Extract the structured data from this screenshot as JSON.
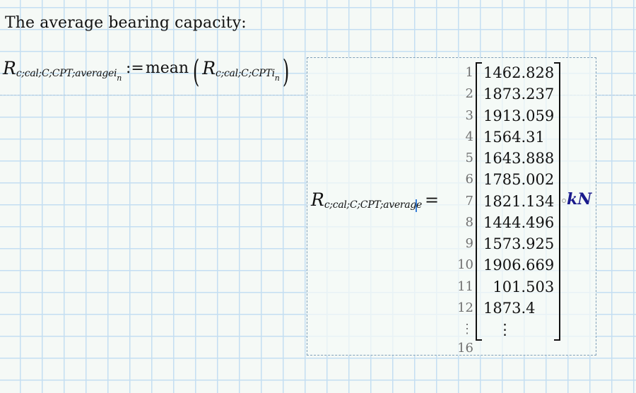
{
  "worksheet": {
    "heading": "The average bearing capacity:",
    "definition": {
      "lhs_symbol": "R",
      "lhs_subscript": "c;cal;C;CPT;average",
      "lhs_index": "i",
      "lhs_index_sub": "n",
      "operator": ":=",
      "function": "mean",
      "arg_symbol": "R",
      "arg_subscript": "c;cal;C;CPT",
      "arg_index": "i",
      "arg_index_sub": "n"
    },
    "evaluation": {
      "symbol": "R",
      "subscript_before_cursor": "c;cal;C;CPT;averag",
      "subscript_after_cursor": "e",
      "operator": "=",
      "unit": "kN",
      "row_labels": [
        "1",
        "2",
        "3",
        "4",
        "5",
        "6",
        "7",
        "8",
        "9",
        "10",
        "11",
        "12",
        "⋮",
        "16"
      ],
      "values": [
        "1462.828",
        "1873.237",
        "1913.059",
        "1564.31",
        "1643.888",
        "1785.002",
        "1821.134",
        "1444.496",
        "1573.925",
        "1906.669",
        "  101.503",
        "1873.4",
        "   ⋮"
      ],
      "total_rows": 16,
      "visible_rows": 12
    }
  },
  "colors": {
    "grid": "#c4def2",
    "background": "#f5f9f6",
    "region_border": "#7f9fb8",
    "unit": "#1a1a8c",
    "cursor": "#3a7fd8",
    "row_label": "#707070"
  }
}
